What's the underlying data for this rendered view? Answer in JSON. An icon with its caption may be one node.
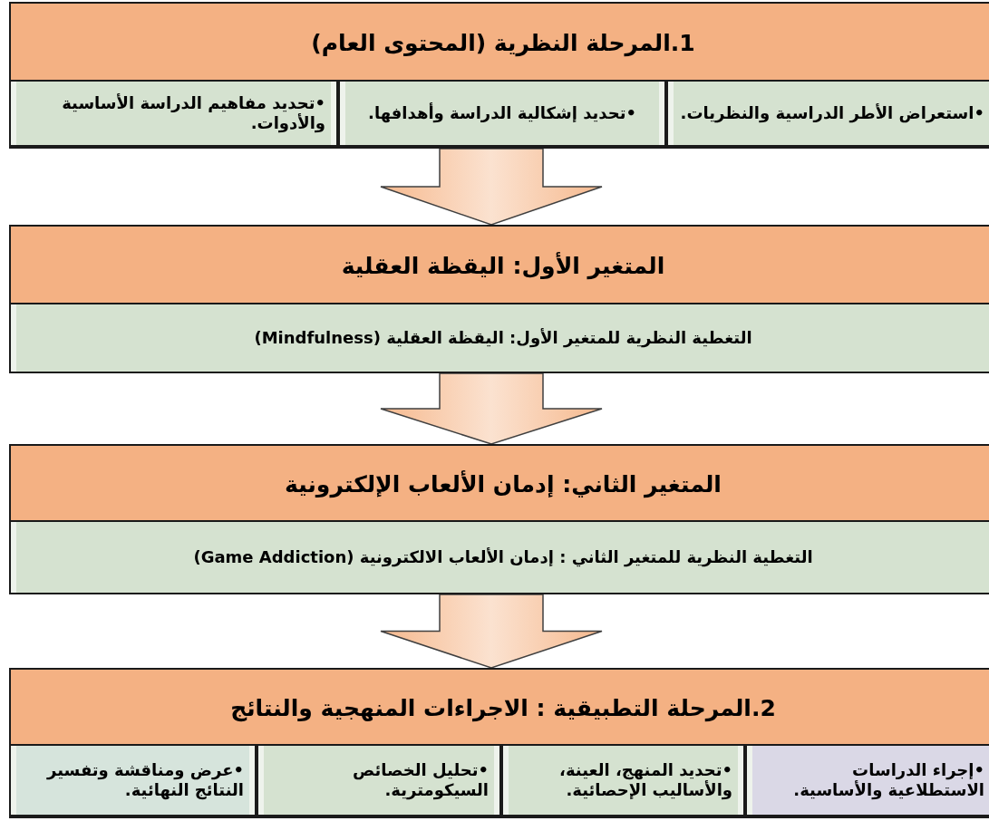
{
  "diagram": {
    "nodes": [
      {
        "text": [
          "1.المرحلة النظرية (المحتوى العام)"
        ]
      },
      {
        "text": [
          "•استعراض الأطر الدراسية والنظريات."
        ],
        "in": 0
      },
      {
        "text": [
          "•تحديد إشكالية الدراسة وأهدافها."
        ],
        "in": 0
      },
      {
        "text": [
          "•تحديد مفاهيم الدراسة الأساسية والأدوات."
        ],
        "in": 0
      },
      {
        "text": [
          "المتغير الأول: اليقظة العقلية"
        ]
      },
      {
        "text": [
          "التغطية النظرية للمتغير الأول: اليقظة العقلية (Mindfulness)"
        ],
        "in": 4
      },
      {
        "text": [
          "المتغير الثاني: إدمان الألعاب الإلكترونية"
        ]
      },
      {
        "text": [
          "التغطية النظرية للمتغير الثاني : إدمان الألعاب الالكترونية (Game Addiction)"
        ],
        "in": 6
      },
      {
        "text": [
          "2.المرحلة التطبيقية : الاجراءات المنهجية والنتائج"
        ]
      },
      {
        "text": [
          "•إجراء الدراسات الاستطلاعية والأساسية."
        ],
        "in": 8
      },
      {
        "text": [
          "•تحديد المنهج، العينة، والأساليب الإحصائية."
        ],
        "in": 8
      },
      {
        "text": [
          "•تحليل الخصائص السيكومترية."
        ],
        "in": 8
      },
      {
        "text": [
          "•عرض ومناقشة وتفسير النتائج النهائية."
        ],
        "in": 8
      }
    ],
    "edges": [
      {
        "from": 0,
        "to": 4,
        "arrow": "to"
      },
      {
        "from": 4,
        "to": 6,
        "arrow": "to"
      },
      {
        "from": 6,
        "to": 8,
        "arrow": "to"
      }
    ]
  }
}
